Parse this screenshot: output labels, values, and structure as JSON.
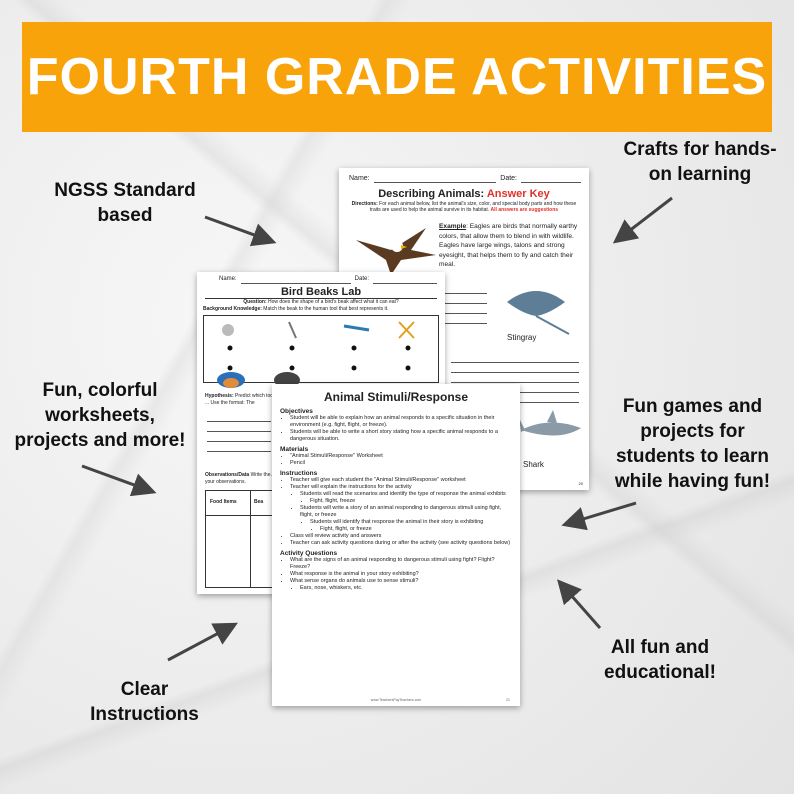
{
  "banner": {
    "title": "FOURTH GRADE ACTIVITIES"
  },
  "callouts": {
    "ngss": "NGSS Standard based",
    "crafts": "Crafts for hands-on learning",
    "fun_worksheets": "Fun, colorful worksheets, projects and more!",
    "fun_games": "Fun games and projects for students to learn while having fun!",
    "clear": "Clear Instructions",
    "educational": "All fun and educational!"
  },
  "sheet_describing": {
    "name_label": "Name:",
    "date_label": "Date:",
    "title": "Describing Animals:",
    "title_highlight": "Answer Key",
    "directions_label": "Directions:",
    "directions": "For each animal below, list the animal's size, color, and special body parts and how these traits are used to help the animal survive in its habitat.",
    "directions_note": "All answers are suggestions",
    "example_label": "Example",
    "example": ": Eagles are birds that normally earthy colors, that allow them to blend in with wildlife. Eagles have large wings, talons and strong eyesight, that helps them to fly and catch their meal.",
    "stingray_label": "Stingray",
    "shark_label": "Shark",
    "page": "20"
  },
  "sheet_bird": {
    "name_label": "Name:",
    "date_label": "Date:",
    "title": "Bird Beaks Lab",
    "question_label": "Question:",
    "question": "How does the shape of a bird's beak affect what it can eat?",
    "bk_label": "Background Knowledge:",
    "bk": "Match the beak to the human tool that best represents it.",
    "hyp_label": "Hypothesis:",
    "hyp": "Predict which tool ... Use the format: The",
    "obs_label": "Observations/Data",
    "obs": "Write the... your observations.",
    "col_food": "Food Items",
    "col_beak": "Bea"
  },
  "sheet_stimuli": {
    "title": "Animal Stimuli/Response",
    "objectives_h": "Objectives",
    "objectives": [
      "Student will be able to explain how an animal responds to a specific situation in their environment (e.g. fight, flight, or freeze).",
      "Students will be able to write a short story stating how a specific animal responds to a dangerous situation."
    ],
    "materials_h": "Materials",
    "materials": [
      "\"Animal Stimuli/Response\" Worksheet",
      "Pencil"
    ],
    "instructions_h": "Instructions",
    "instructions": [
      "Teacher will give each student the \"Animal Stimuli/Response\" worksheet",
      "Teacher will explain the instructions for the activity",
      "Students will read the scenarios and identify the type of response the animal exhibits",
      "Fight, flight, freeze",
      "Students will write a story of an animal responding to dangerous stimuli using fight, flight, or freeze",
      "Students will identify that response the animal in their story is exhibiting",
      "Fight, flight, or freeze",
      "Class will review activity and answers",
      "Teacher can ask activity questions during or after the activity (see activity questions below)"
    ],
    "questions_h": "Activity Questions",
    "questions": [
      "What are the signs of an animal responding to dangerous stimuli using fight? Flight? Freeze?",
      "What response is the animal in your story exhibiting?",
      "What sense organs do animals use to sense stimuli?",
      "Ears, nose, whiskers, etc."
    ],
    "footer": "www.TeachersPayTeachers.com",
    "page": "21"
  },
  "colors": {
    "banner": "#f9a30b",
    "highlight": "#e0312a"
  }
}
